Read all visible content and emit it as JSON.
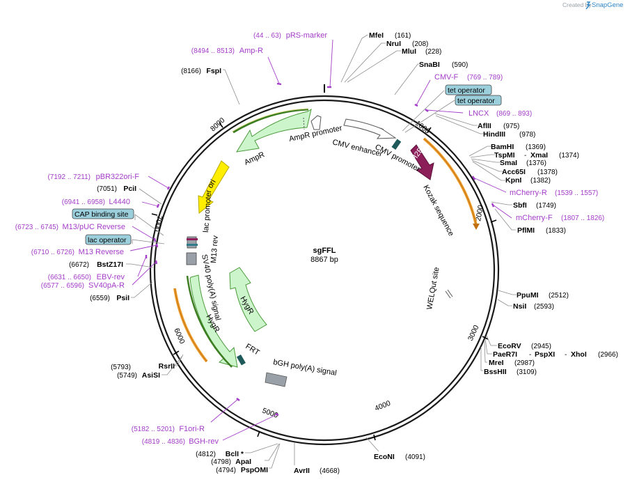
{
  "credit": {
    "prefix": "Created by",
    "brand": "SnapGene"
  },
  "plasmid": {
    "name": "sgFFL",
    "size": "8867 bp"
  },
  "ticks": [
    "1000",
    "2000",
    "3000",
    "4000",
    "5000",
    "6000",
    "7000",
    "8000"
  ],
  "restriction_sites": [
    {
      "id": "mfei",
      "name": "MfeI",
      "pos": "(161)"
    },
    {
      "id": "nrui",
      "name": "NruI",
      "pos": "(208)"
    },
    {
      "id": "mlui",
      "name": "MluI",
      "pos": "(228)"
    },
    {
      "id": "snabi",
      "name": "SnaBI",
      "pos": "(590)"
    },
    {
      "id": "aflii",
      "name": "AflII",
      "pos": "(975)"
    },
    {
      "id": "hindiii",
      "name": "HindIII",
      "pos": "(978)"
    },
    {
      "id": "bamhi",
      "name": "BamHI",
      "pos": "(1369)"
    },
    {
      "id": "tspmi",
      "name": "TspMI",
      "sep": "-",
      "name2": "XmaI",
      "pos": "(1374)"
    },
    {
      "id": "smai",
      "name": "SmaI",
      "pos": "(1376)"
    },
    {
      "id": "acc65i",
      "name": "Acc65I",
      "pos": "(1378)"
    },
    {
      "id": "kpni",
      "name": "KpnI",
      "pos": "(1382)"
    },
    {
      "id": "sbfi",
      "name": "SbfI",
      "pos": "(1749)"
    },
    {
      "id": "pflmi",
      "name": "PflMI",
      "pos": "(1833)"
    },
    {
      "id": "ppumi",
      "name": "PpuMI",
      "pos": "(2512)"
    },
    {
      "id": "nsii",
      "name": "NsiI",
      "pos": "(2593)"
    },
    {
      "id": "ecorv",
      "name": "EcoRV",
      "pos": "(2945)"
    },
    {
      "id": "paer7i",
      "name": "PaeR7I",
      "sep": "-",
      "name2": "PspXI",
      "sep2": "-",
      "name3": "XhoI",
      "pos": "(2966)"
    },
    {
      "id": "mrei",
      "name": "MreI",
      "pos": "(2987)"
    },
    {
      "id": "bsshii",
      "name": "BssHII",
      "pos": "(3109)"
    },
    {
      "id": "econi",
      "name": "EcoNI",
      "pos": "(4091)"
    },
    {
      "id": "avrii",
      "name": "AvrII",
      "pos": "(4668)"
    },
    {
      "id": "pspomi",
      "name": "PspOMI",
      "pos": "(4794)"
    },
    {
      "id": "apai",
      "name": "ApaI",
      "pos": "(4798)"
    },
    {
      "id": "bcli",
      "name": "BclI *",
      "pos": "(4812)"
    },
    {
      "id": "asisi",
      "name": "AsiSI",
      "pos": "(5749)"
    },
    {
      "id": "rsrii",
      "name": "RsrII",
      "pos": "(5793)"
    },
    {
      "id": "psii",
      "name": "PsiI",
      "pos": "(6559)"
    },
    {
      "id": "bstz17i",
      "name": "BstZ17I",
      "pos": "(6672)"
    },
    {
      "id": "pcii",
      "name": "PciI",
      "pos": "(7051)"
    },
    {
      "id": "fspi",
      "name": "FspI",
      "pos": "(8166)"
    }
  ],
  "primers": [
    {
      "id": "prs-marker",
      "name": "pRS-marker",
      "pos": "(44 .. 63)"
    },
    {
      "id": "amp-r",
      "name": "Amp-R",
      "pos": "(8494 .. 8513)"
    },
    {
      "id": "cmv-f",
      "name": "CMV-F",
      "pos": "(769 .. 789)"
    },
    {
      "id": "lncx",
      "name": "LNCX",
      "pos": "(869 .. 893)"
    },
    {
      "id": "mcherry-r",
      "name": "mCherry-R",
      "pos": "(1539 .. 1557)"
    },
    {
      "id": "mcherry-f",
      "name": "mCherry-F",
      "pos": "(1807 .. 1826)"
    },
    {
      "id": "pbr322ori-f",
      "name": "pBR322ori-F",
      "pos": "(7192 .. 7211)"
    },
    {
      "id": "l4440",
      "name": "L4440",
      "pos": "(6941 .. 6958)"
    },
    {
      "id": "m13-puc-reverse",
      "name": "M13/pUC Reverse",
      "pos": "(6723 .. 6745)"
    },
    {
      "id": "m13-reverse",
      "name": "M13 Reverse",
      "pos": "(6710 .. 6726)"
    },
    {
      "id": "ebv-rev",
      "name": "EBV-rev",
      "pos": "(6631 .. 6650)"
    },
    {
      "id": "sv40pa-r",
      "name": "SV40pA-R",
      "pos": "(6577 .. 6596)"
    },
    {
      "id": "f1ori-r",
      "name": "F1ori-R",
      "pos": "(5182 .. 5201)"
    },
    {
      "id": "bgh-rev",
      "name": "BGH-rev",
      "pos": "(4819 .. 4836)"
    }
  ],
  "boxed_features": {
    "tet_operator_1": "tet operator",
    "tet_operator_2": "tet operator",
    "cap_binding_site": "CAP binding site",
    "lac_operator": "lac operator"
  },
  "features": {
    "ampr_promoter": "AmpR promoter",
    "ampr": "AmpR",
    "cmv_enhancer": "CMV enhancer",
    "cmv_promoter": "CMV promoter",
    "h2b": "H2B",
    "kozak": "Kozak sequence",
    "ori": "ori",
    "lac_promoter": "lac promoter",
    "m13_rev": "M13 rev",
    "sv40_polya": "SV40 poly(A) signal",
    "hygr_outer": "HygR",
    "hygr_inner": "HygR",
    "welqut": "WELQut site",
    "frt": "FRT",
    "bgh_polya": "bGH poly(A) signal"
  },
  "colors": {
    "backbone": "#1a1a1a",
    "primer": "#a33cc8",
    "feature_fill": "#ccf5cc",
    "feature_stroke": "#4a9a3a",
    "ori": "#ffee00",
    "h2b": "#8c1f5a",
    "orf": "#f0a030",
    "box_fill": "#9ccfdc",
    "polya": "#9aa0a8",
    "credit_brand": "#2e86c8"
  }
}
